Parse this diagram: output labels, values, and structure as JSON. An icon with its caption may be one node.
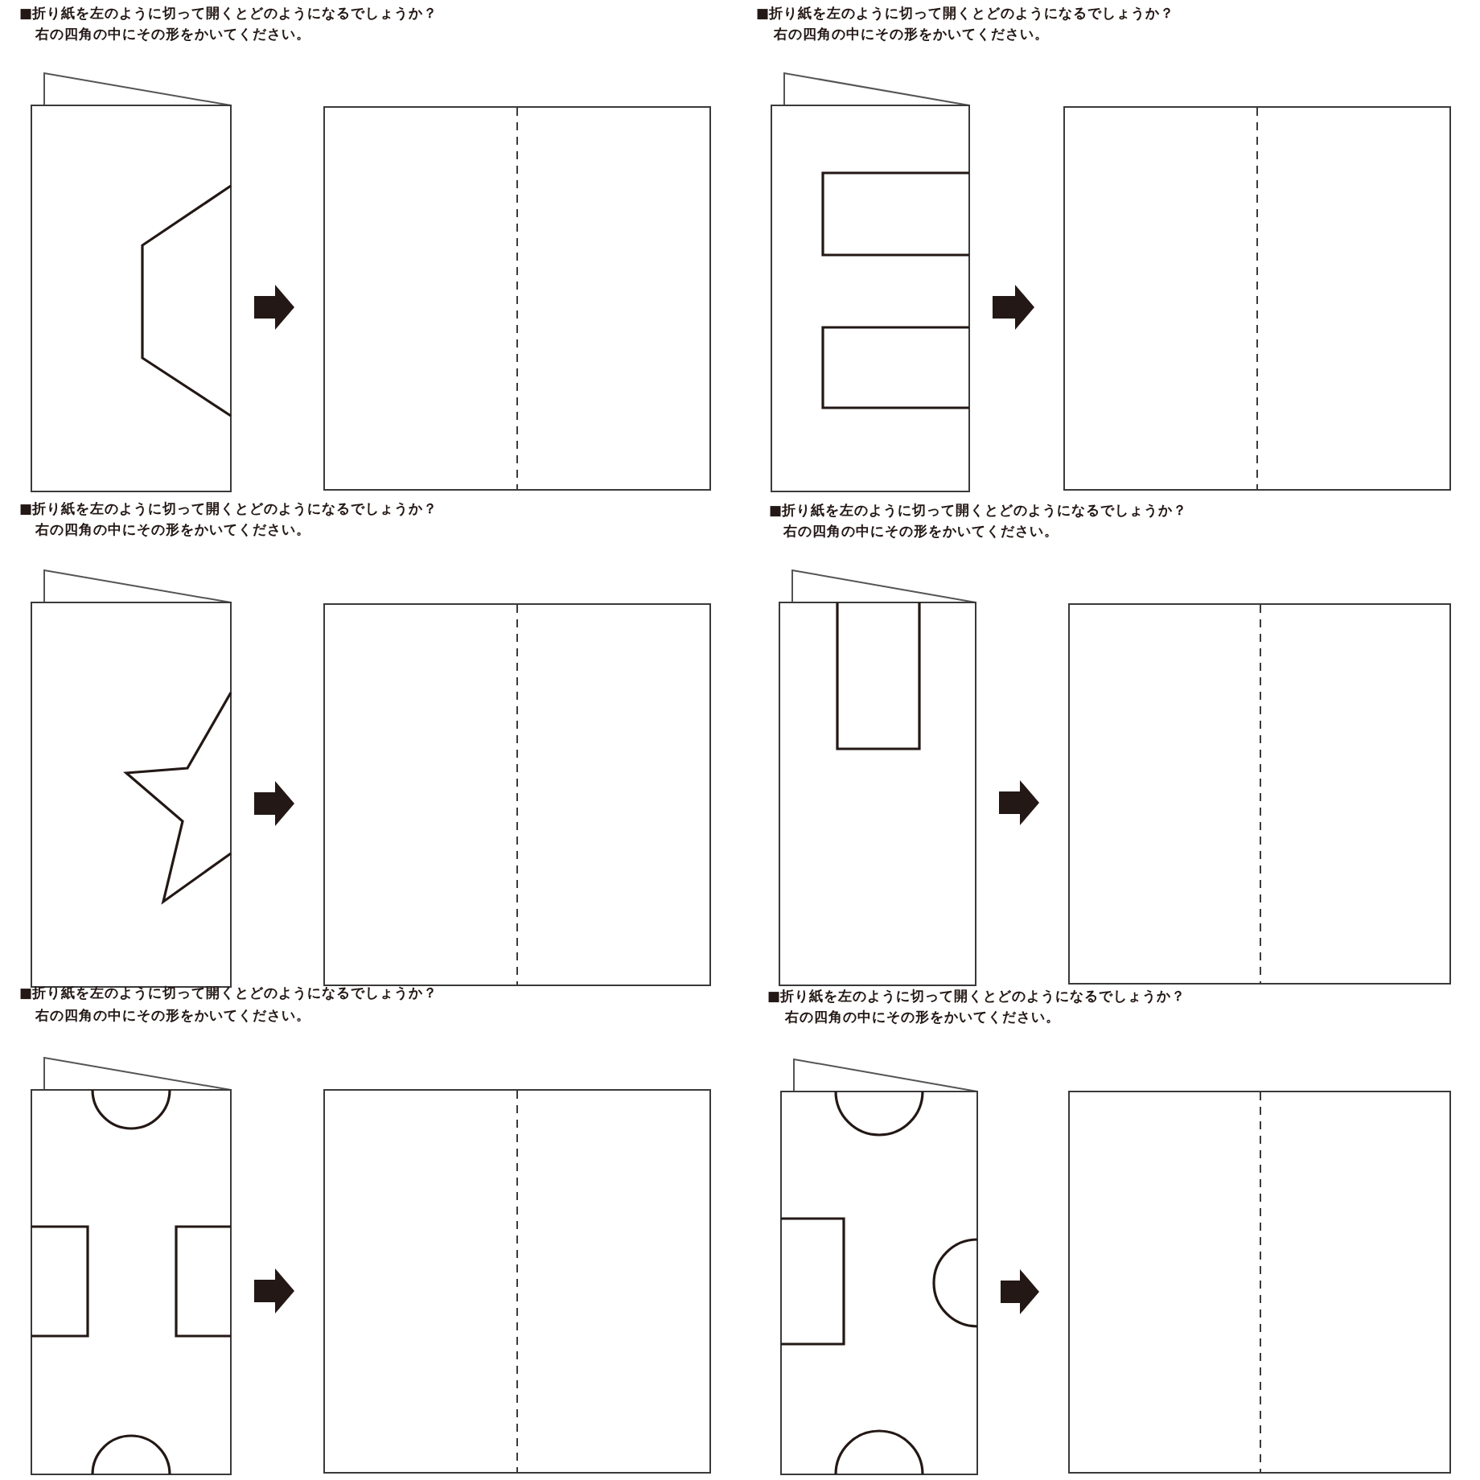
{
  "diagram": {
    "nodes": [
      {
        "text": [],
        "shape": "picture"
      },
      {
        "text": [],
        "shape": "box"
      },
      {
        "text": [],
        "shape": "picture"
      },
      {
        "text": [],
        "shape": "box"
      },
      {
        "text": [],
        "shape": "picture"
      },
      {
        "text": [],
        "shape": "box"
      },
      {
        "text": [],
        "shape": "picture"
      },
      {
        "text": [],
        "shape": "box"
      },
      {
        "text": [],
        "shape": "picture"
      },
      {
        "text": [],
        "shape": "box"
      },
      {
        "text": [],
        "shape": "picture"
      },
      {
        "text": [],
        "shape": "box"
      }
    ],
    "edges": [
      {
        "from": 0,
        "to": 1,
        "arrow": "to"
      },
      {
        "from": 2,
        "to": 3,
        "arrow": "to"
      },
      {
        "from": 4,
        "to": 5,
        "arrow": "to"
      },
      {
        "from": 6,
        "to": 7,
        "arrow": "to"
      },
      {
        "from": 8,
        "to": 9,
        "arrow": "to"
      },
      {
        "from": 10,
        "to": 11,
        "arrow": "to"
      }
    ],
    "labels": [
      "■折り紙を左のように切って開くとどのようになるでしょうか？",
      "右の四角の中にその形をかいてください。",
      "■折り紙を左のように切って開くとどのようになるでしょうか？",
      "右の四角の中にその形をかいてください。",
      "■折り紙を左のように切って開くとどのようになるでしょうか？",
      "右の四角の中にその形をかいてください。",
      "■折り紙を左のように切って開くとどのようになるでしょうか？",
      "右の四角の中にその形をかいてください。",
      "■折り紙を左のように切って開くとどのようになるでしょうか？",
      "右の四角の中にその形をかいてください。",
      "■折り紙を左のように切って開くとどのようになるでしょうか？",
      "右の四角の中にその形をかいてください。"
    ]
  }
}
